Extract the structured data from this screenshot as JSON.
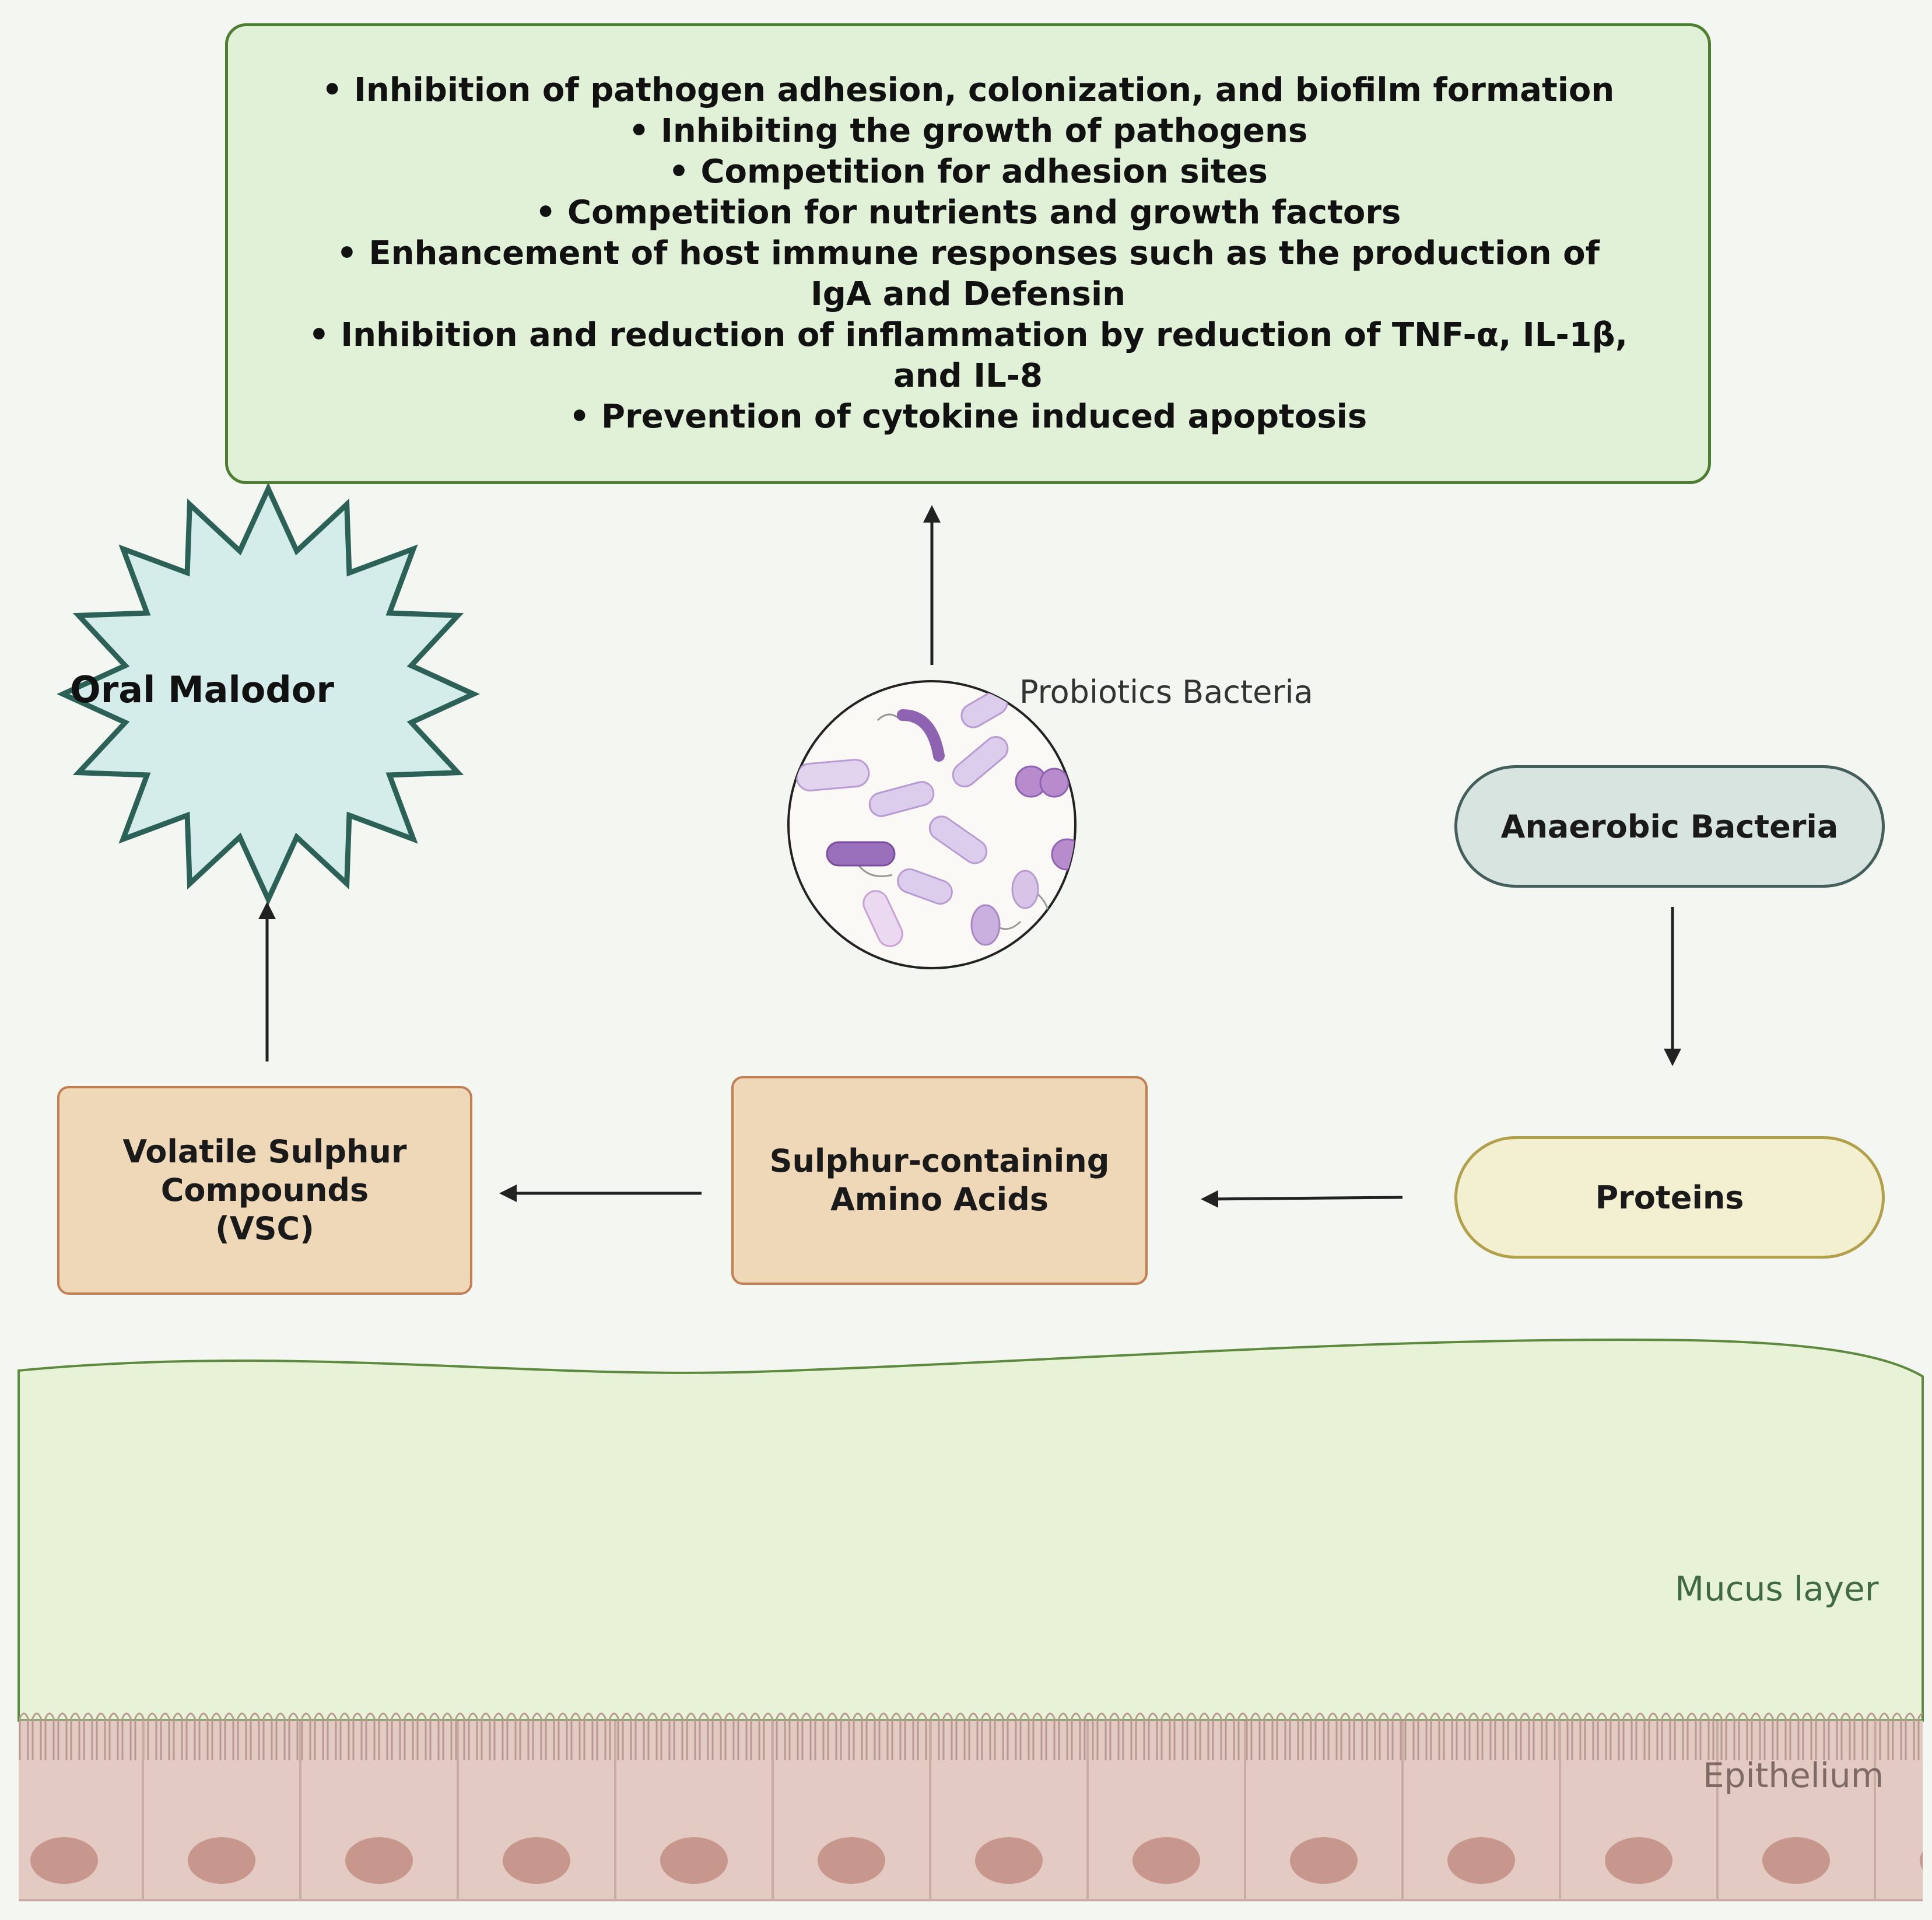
{
  "benefits": [
    "• Inhibition of pathogen adhesion, colonization, and biofilm formation",
    "• Inhibiting the growth of pathogens",
    "• Competition for adhesion sites",
    "• Competition for nutrients and growth factors",
    "• Enhancement of host immune responses such as the production of",
    "IgA and Defensin",
    "• Inhibition and reduction of inflammation by reduction of TNF-α, IL-1β,",
    "and IL-8",
    "• Prevention of cytokine induced apoptosis"
  ],
  "nodes": {
    "oral_malodor": "Oral Malodor",
    "probiotics": "Probiotics Bacteria",
    "anaerobic": "Anaerobic Bacteria",
    "proteins": "Proteins",
    "amino_acids": [
      "Sulphur-containing",
      "Amino Acids"
    ],
    "vsc": [
      "Volatile Sulphur",
      "Compounds",
      "(VSC)"
    ]
  },
  "layers": {
    "mucus": "Mucus layer",
    "epithelium": "Epithelium"
  },
  "colors": {
    "benefits_fill": "#e0f1d8",
    "benefits_border": "#4e7e32",
    "star_fill": "#d4ecea",
    "star_border": "#2c6158",
    "tan_fill": "#eed8b8",
    "tan_border": "#c17f52",
    "mucus": "#e7f2d6",
    "epithelium": "#e3cbc3",
    "nucleus": "#c7968c",
    "bacteria": "#c8aedb"
  }
}
